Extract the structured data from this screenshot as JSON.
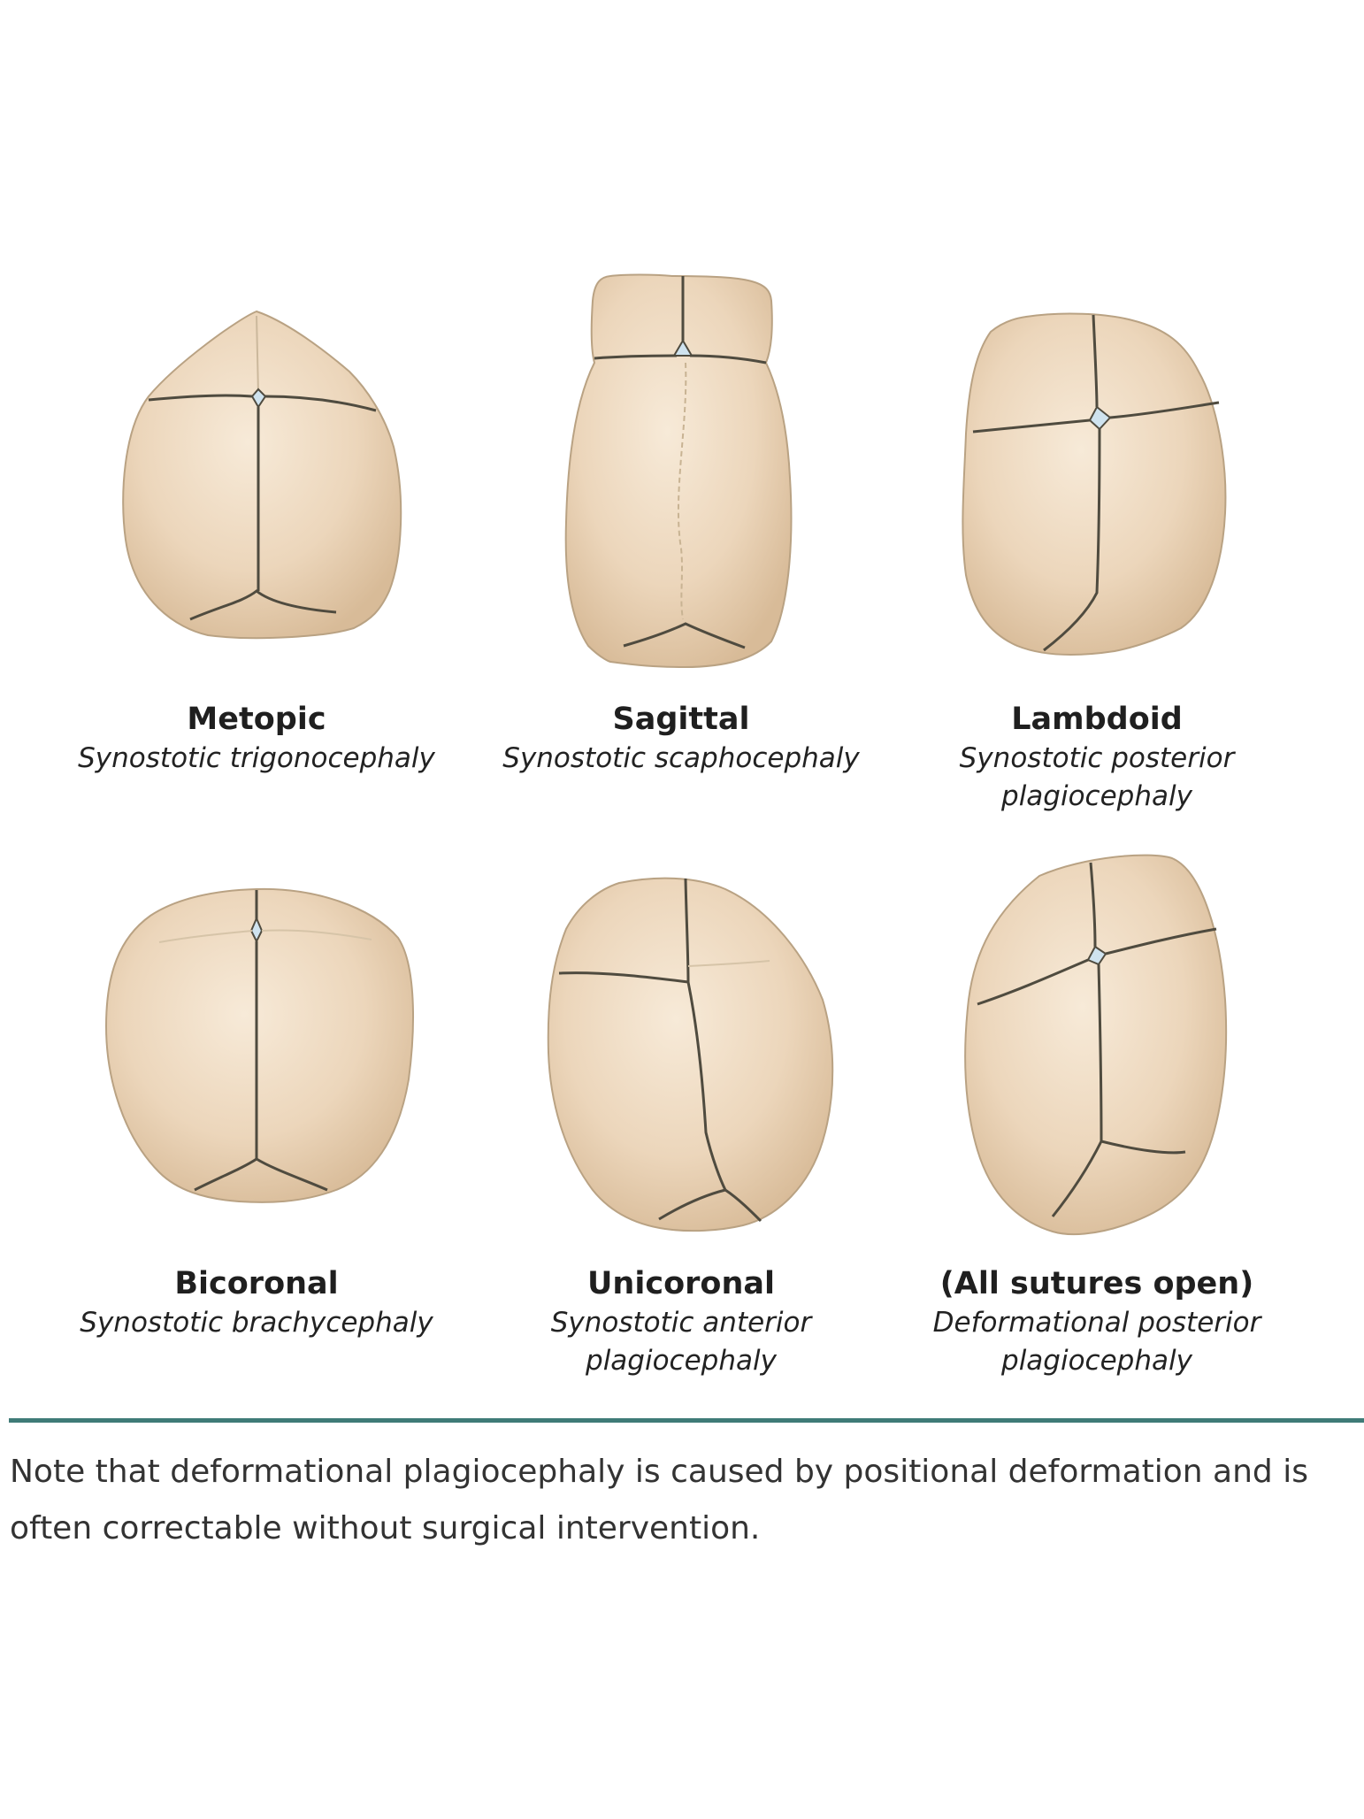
{
  "colors": {
    "skull_fill": "#e9d3b7",
    "skull_light": "#f6e8d3",
    "suture_line": "#4f4b3f",
    "fontanelle": "#cfe3ef",
    "divider": "#3f7b77"
  },
  "panels": [
    {
      "name": "Metopic",
      "description": "Synostotic trigonocephaly"
    },
    {
      "name": "Sagittal",
      "description": "Synostotic scaphocephaly"
    },
    {
      "name": "Lambdoid",
      "description": "Synostotic posterior\nplagiocephaly"
    },
    {
      "name": "Bicoronal",
      "description": "Synostotic brachycephaly"
    },
    {
      "name": "Unicoronal",
      "description": "Synostotic anterior\nplagiocephaly"
    },
    {
      "name": "(All sutures open)",
      "description": "Deformational posterior\nplagiocephaly"
    }
  ],
  "note": "Note that deformational plagiocephaly is caused by positional deformation and is often correctable without surgical intervention."
}
